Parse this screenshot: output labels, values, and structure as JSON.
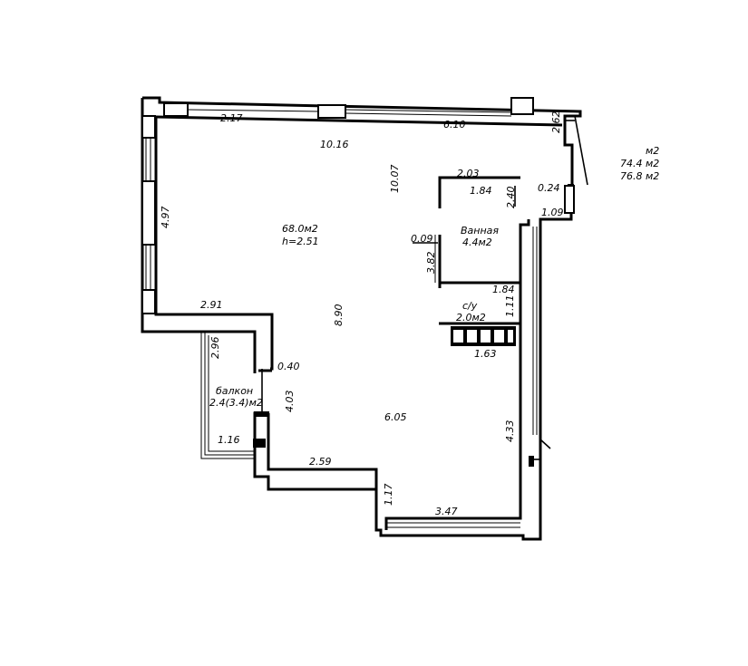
{
  "legend": {
    "unit": "м2",
    "area1": "74.4 м2",
    "area2": "76.8 м2"
  },
  "rooms": {
    "main": {
      "area": "68.0м2",
      "height": "h=2.51"
    },
    "bath": {
      "name": "Ванная",
      "area": "4.4м2"
    },
    "wc": {
      "name": "с/у",
      "area": "2.0м2"
    },
    "balcony": {
      "name": "балкон",
      "area": "2.4(3.4)м2"
    }
  },
  "dims": {
    "d217": "2.17",
    "d610": "6.10",
    "d262": "2.62",
    "d1016": "10.16",
    "d1007": "10.07",
    "d203": "2.03",
    "d184a": "1.84",
    "d240": "2.40",
    "d024": "0.24",
    "d109": "1.09",
    "d497": "4.97",
    "d009": "0.09",
    "d382": "3.82",
    "d184b": "1.84",
    "d111": "1.11",
    "d291": "2.91",
    "d890": "8.90",
    "d163": "1.63",
    "d296": "2.96",
    "d040": "0.40",
    "d403": "4.03",
    "d605": "6.05",
    "d433": "4.33",
    "d116": "1.16",
    "d259": "2.59",
    "d117": "1.17",
    "d347": "3.47"
  }
}
